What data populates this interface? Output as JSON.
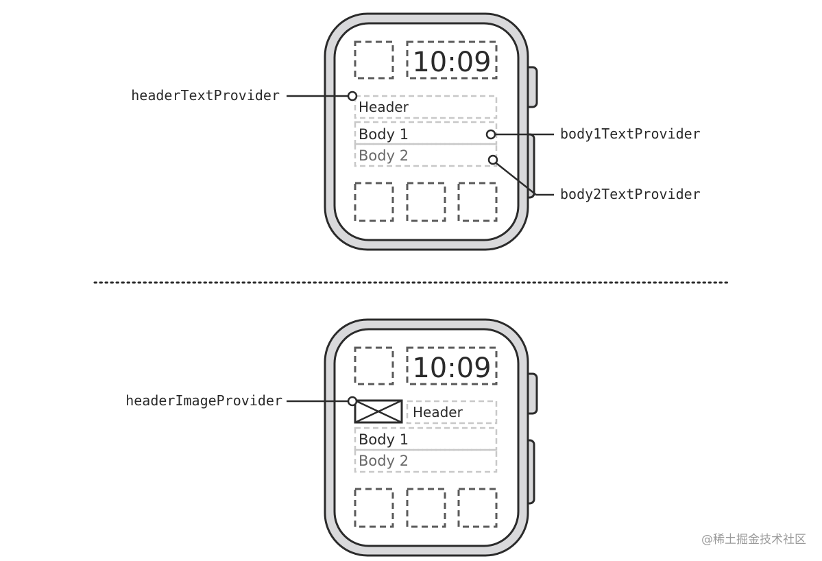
{
  "watch_top": {
    "time": "10:09",
    "header_label": "Header",
    "body1_label": "Body 1",
    "body2_label": "Body 2",
    "callouts": {
      "header": "headerTextProvider",
      "body1": "body1TextProvider",
      "body2": "body2TextProvider"
    }
  },
  "watch_bottom": {
    "time": "10:09",
    "header_label": "Header",
    "body1_label": "Body 1",
    "body2_label": "Body 2",
    "callouts": {
      "image": "headerImageProvider"
    }
  },
  "watermark": "@稀土掘金技术社区",
  "colors": {
    "case_fill": "#d9d9db",
    "outline": "#2b2b2b",
    "dash_dark": "#5a5a5a",
    "dash_light": "#c8c8c8",
    "text_dark": "#2a2a2a",
    "text_muted": "#6a6a6a"
  }
}
